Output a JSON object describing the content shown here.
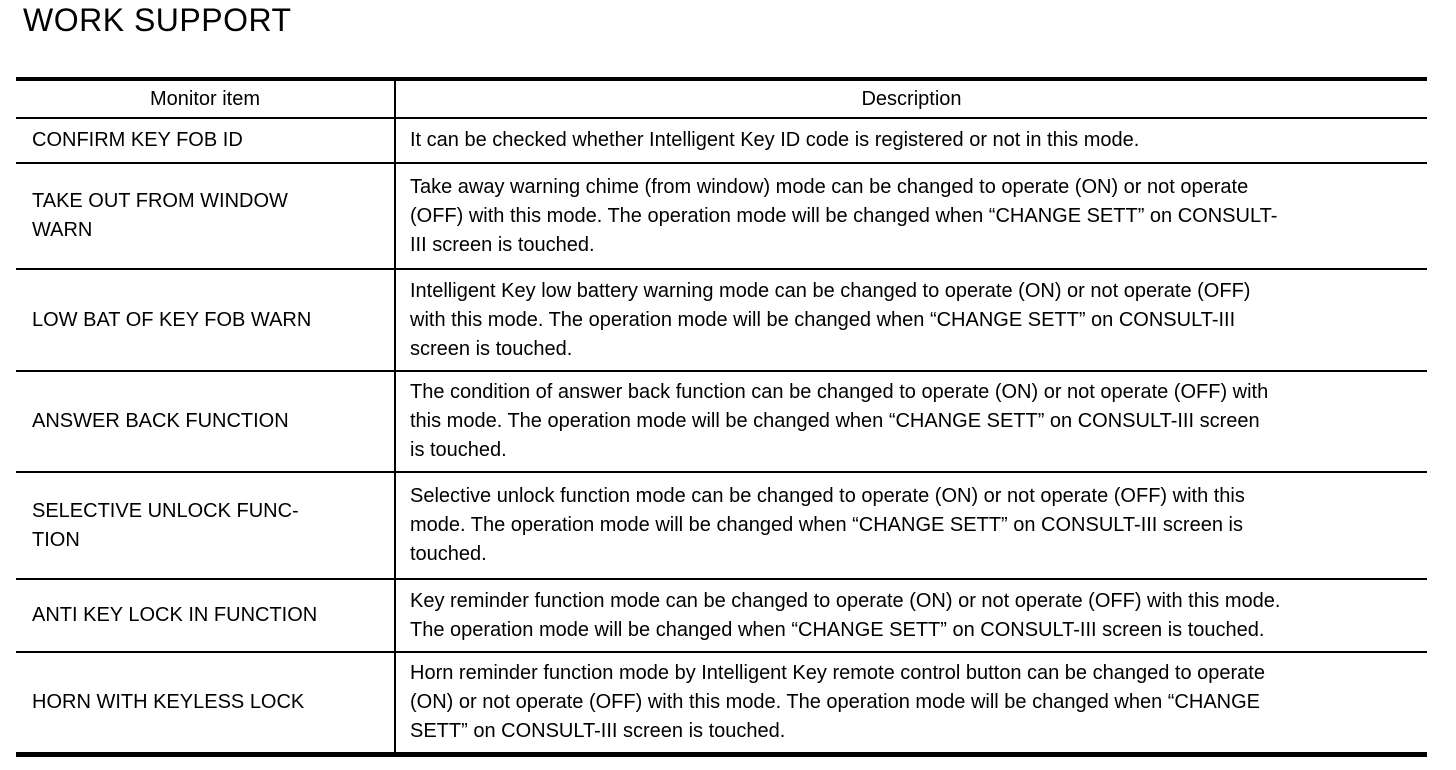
{
  "page": {
    "title": "WORK SUPPORT"
  },
  "colors": {
    "text": "#000000",
    "background": "#ffffff",
    "table_border": "#000000"
  },
  "table": {
    "columns": {
      "monitor_item": "Monitor item",
      "description": "Description"
    },
    "rows": [
      {
        "item": "CONFIRM KEY FOB ID",
        "description": "It can be checked whether Intelligent Key ID code is registered or not in this mode."
      },
      {
        "item": "TAKE OUT FROM WINDOW\nWARN",
        "description": "Take away warning chime (from window) mode can be changed to operate (ON) or not operate\n(OFF) with this mode. The operation mode will be changed when “CHANGE SETT” on CONSULT-\nIII screen is touched."
      },
      {
        "item": "LOW BAT OF KEY FOB WARN",
        "description": "Intelligent Key low battery warning mode can be changed to operate (ON) or not operate (OFF)\nwith this mode. The operation mode will be changed when “CHANGE SETT” on CONSULT-III\nscreen is touched."
      },
      {
        "item": "ANSWER BACK FUNCTION",
        "description": "The condition of answer back function can be changed to operate (ON) or not operate (OFF) with\nthis mode. The operation mode will be changed when “CHANGE SETT” on CONSULT-III screen\nis touched."
      },
      {
        "item": "SELECTIVE UNLOCK FUNC-\nTION",
        "description": "Selective unlock function mode can be changed to operate (ON) or not operate (OFF) with this\nmode. The operation mode will be changed when “CHANGE SETT” on CONSULT-III screen is\ntouched."
      },
      {
        "item": "ANTI KEY LOCK IN FUNCTION",
        "description": "Key reminder function mode can be changed to operate (ON) or not operate (OFF) with this mode.\nThe operation mode will be changed when “CHANGE SETT” on CONSULT-III screen is touched."
      },
      {
        "item": "HORN WITH KEYLESS LOCK",
        "description": "Horn reminder function mode by Intelligent Key remote control button can be changed to operate\n(ON) or not operate (OFF) with this mode. The operation mode will be changed when “CHANGE\nSETT” on CONSULT-III screen is touched."
      }
    ]
  }
}
